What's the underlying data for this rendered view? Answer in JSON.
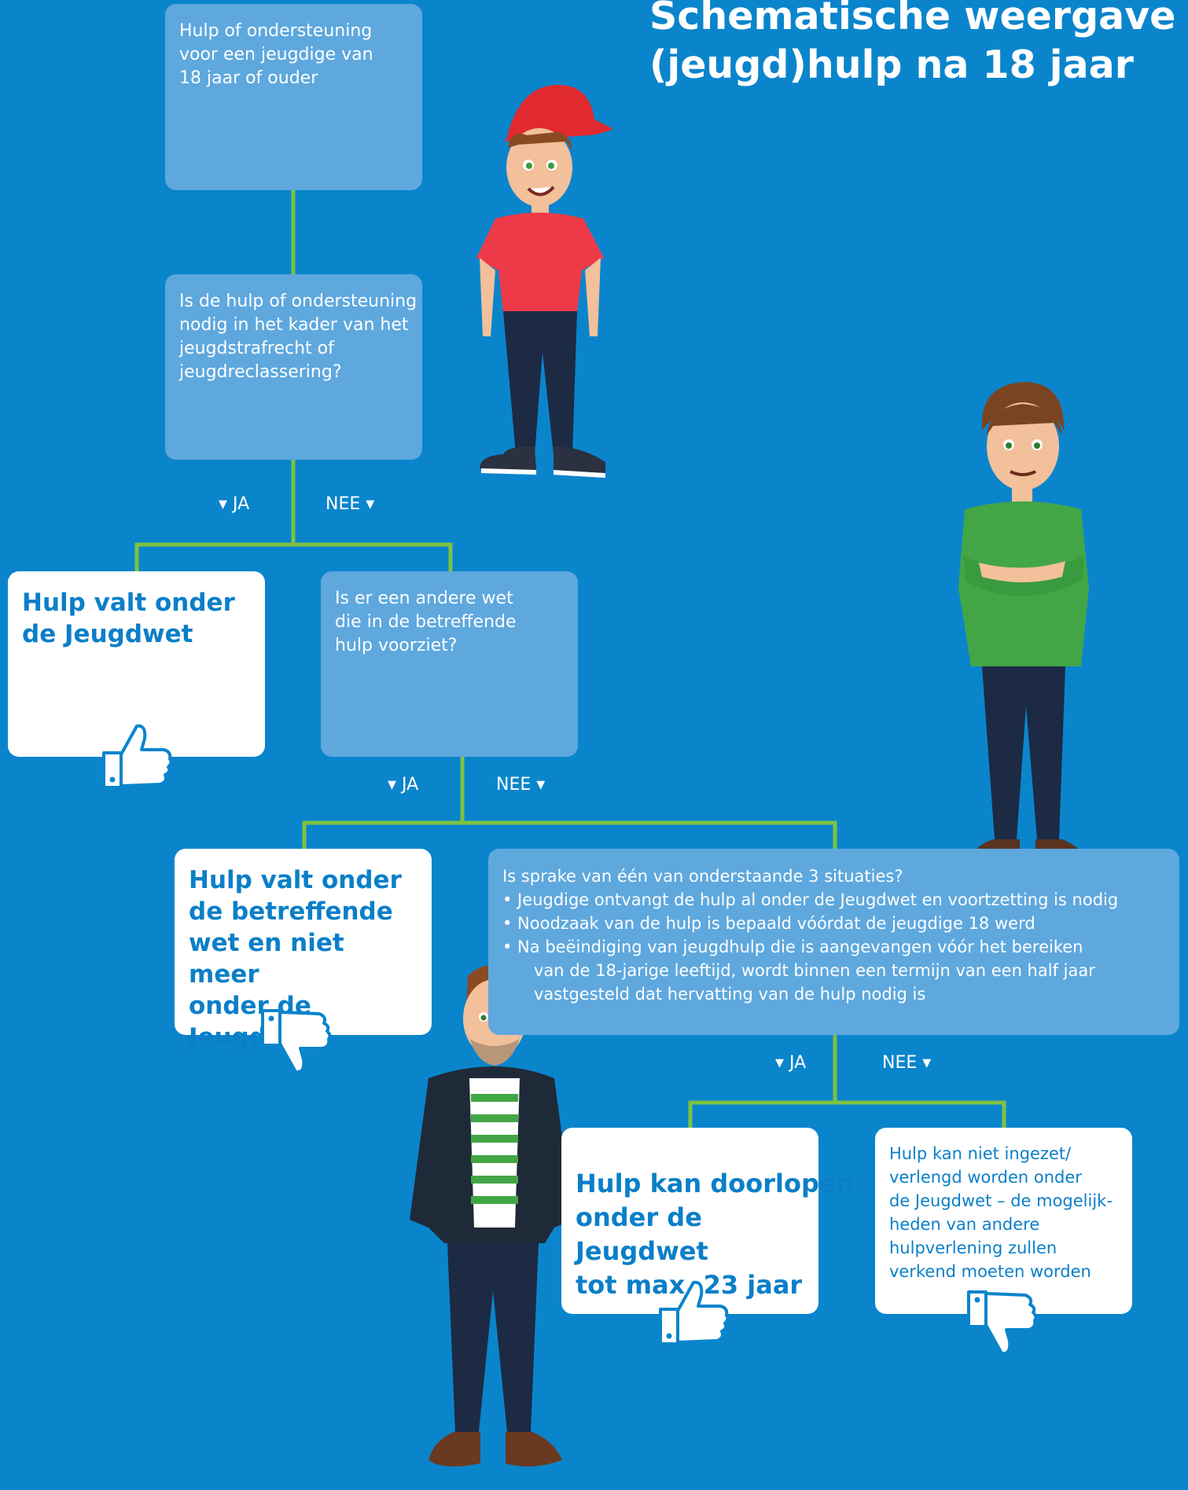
{
  "title": {
    "line1": "Schematische weergave",
    "line2": "(jeugd)hulp na 18 jaar"
  },
  "nodes": {
    "start": {
      "lines": [
        "Hulp of ondersteuning",
        "voor een jeugdige van",
        "18 jaar of ouder"
      ]
    },
    "q1": {
      "lines": [
        "Is de hulp of ondersteuning",
        "nodig in het kader van het",
        "jeugdstrafrecht of",
        "jeugdreclassering?"
      ]
    },
    "result_jeugdwet": {
      "lines": [
        "Hulp valt onder",
        "de Jeugdwet"
      ],
      "icon": "thumbs-up-icon"
    },
    "q2": {
      "lines": [
        "Is er een andere wet",
        "die in de betreffende",
        "hulp voorziet?"
      ]
    },
    "result_andere_wet": {
      "lines": [
        "Hulp valt onder",
        "de betreffende",
        "wet en niet meer",
        "onder de Jeugdwet"
      ],
      "icon": "thumbs-down-icon"
    },
    "q3": {
      "intro": "Is sprake van één van onderstaande 3 situaties?",
      "bullets": [
        "• Jeugdige ontvangt de hulp al onder de Jeugdwet en voortzetting is nodig",
        "• Noodzaak van de hulp is bepaald vóórdat de jeugdige 18 werd",
        "• Na beëindiging van jeugdhulp die is aangevangen vóór het bereiken"
      ],
      "continuation": [
        "van de 18-jarige leeftijd, wordt binnen een termijn van een half jaar",
        "vastgesteld dat hervatting van de hulp nodig is"
      ]
    },
    "result_doorlopen": {
      "lines": [
        "Hulp kan doorlopen",
        "onder de Jeugdwet",
        "tot max. 23 jaar"
      ],
      "icon": "thumbs-up-icon"
    },
    "result_niet": {
      "lines": [
        "Hulp kan niet ingezet/",
        "verlengd worden onder",
        "de Jeugdwet – de mogelijk-",
        "heden van andere",
        "hulpverlening zullen",
        "verkend moeten worden"
      ],
      "icon": "thumbs-down-icon"
    }
  },
  "branches": {
    "ja": "JA",
    "nee": "NEE",
    "arrow": "▾"
  },
  "colors": {
    "background": "#0a85cc",
    "question_box": "#5ea8de",
    "answer_box": "#ffffff",
    "answer_text": "#0a7fc8",
    "connector": "#7dc242"
  }
}
